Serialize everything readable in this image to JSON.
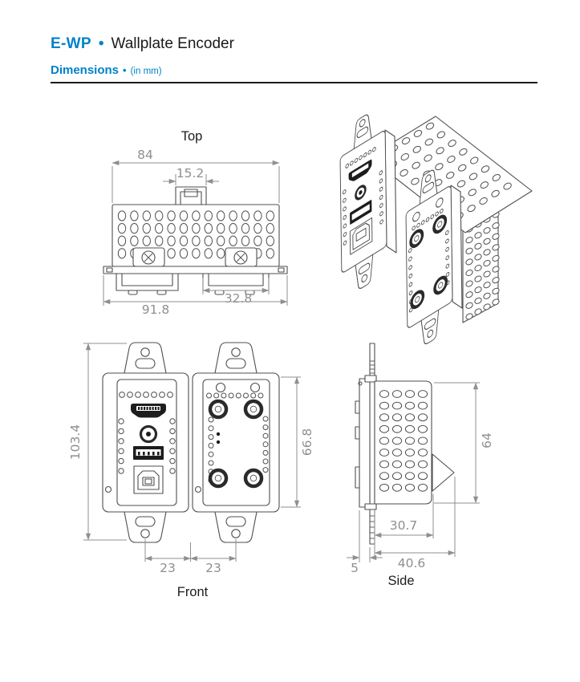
{
  "header": {
    "product": "E-WP",
    "bullet": "•",
    "title": "Wallplate Encoder"
  },
  "section": {
    "title": "Dimensions",
    "bullet": "•",
    "units": "(in mm)"
  },
  "views": {
    "top": {
      "label": "Top",
      "dims": {
        "overall_width": "84",
        "top_connector_width": "15.2",
        "rear_bracket_width": "32.8",
        "flange_width": "91.8"
      }
    },
    "front": {
      "label": "Front",
      "dims": {
        "overall_height": "103.4",
        "insert_height": "66.8",
        "left_hole_spacing": "23",
        "right_hole_spacing": "23"
      }
    },
    "side": {
      "label": "Side",
      "dims": {
        "body_height": "64",
        "body_depth": "30.7",
        "overall_depth": "40.6",
        "faceplate_thickness": "5"
      }
    }
  },
  "colors": {
    "accent": "#0082C9",
    "drawing_line": "#4f4f4f",
    "dimension": "#8f8f8f",
    "label": "#1c1c1c",
    "port_fill": "#1d1d1d"
  }
}
